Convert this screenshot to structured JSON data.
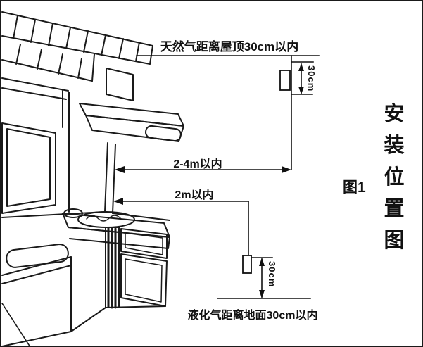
{
  "figure": {
    "caption": "图1",
    "side_title": "安装位置图",
    "side_title_chars": [
      "安",
      "装",
      "位",
      "置",
      "图"
    ],
    "annotations": {
      "natural_gas_ceiling": "天然气距离屋顶30cm以内",
      "range_2_4m": "2-4m以内",
      "range_2m": "2m以内",
      "lpg_floor": "液化气距离地面30cm以内",
      "dim_top_30cm": "30cm",
      "dim_bottom_30cm": "30cm"
    },
    "colors": {
      "line": "#1a1a1a",
      "background": "#ffffff"
    }
  }
}
